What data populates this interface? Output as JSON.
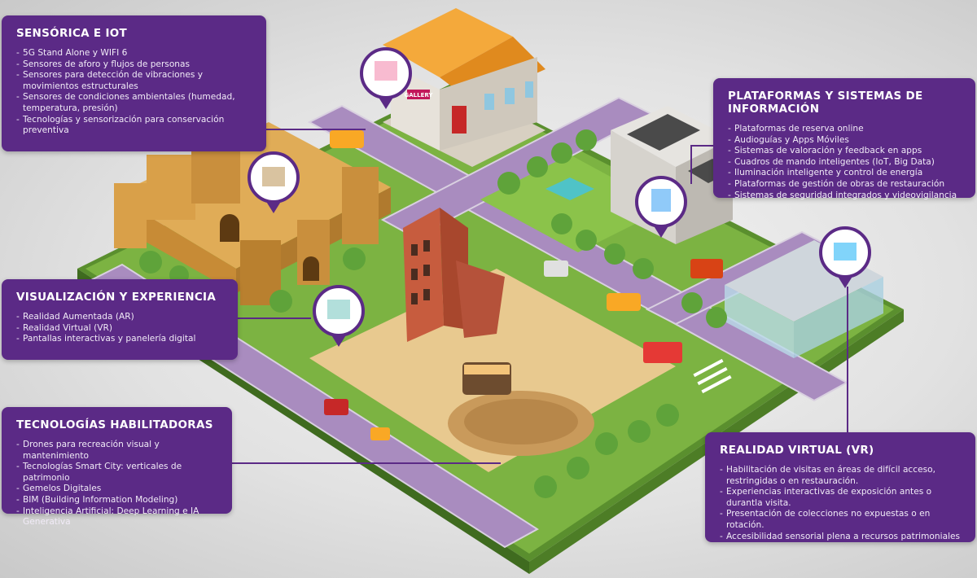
{
  "colors": {
    "panel_bg": "#5b2a86",
    "panel_text": "#ffffff",
    "road": "#a98cbf",
    "grass": "#7cb342",
    "plaza": "#e8c98f",
    "castle": "#d9a049"
  },
  "panels": {
    "sensorica": {
      "title": "SENSÓRICA E IOT",
      "items": [
        "5G Stand Alone y WIFI 6",
        "Sensores de aforo y flujos de personas",
        "Sensores para detección de vibraciones y movimientos estructurales",
        "Sensores de condiciones ambientales (humedad, temperatura, presión)",
        "Tecnologías y sensorización para conservación preventiva"
      ]
    },
    "plataformas": {
      "title": "PLATAFORMAS Y SISTEMAS DE INFORMACIÓN",
      "items": [
        "Plataformas de reserva online",
        "Audioguías y Apps Móviles",
        "Sistemas de valoración y feedback en apps",
        "Cuadros de mando inteligentes (IoT, Big Data)",
        "Iluminación inteligente y control de energía",
        "Plataformas de gestión de obras de restauración",
        "Sistemas de seguridad integrados y videovigilancia"
      ]
    },
    "visualizacion": {
      "title": "VISUALIZACIÓN Y EXPERIENCIA",
      "items": [
        "Realidad Aumentada (AR)",
        "Realidad Virtual (VR)",
        "Pantallas interactivas y panelería digital"
      ]
    },
    "tecnologias": {
      "title": "TECNOLOGÍAS HABILITADORAS",
      "items": [
        "Drones para recreación visual y mantenimiento",
        "Tecnologías Smart City: verticales de patrimonio",
        "Gemelos Digitales",
        "BIM (Building Information Modeling)",
        "Inteligencia Artificial: Deep Learning e IA Generativa"
      ]
    },
    "realidad": {
      "title": "REALIDAD VIRTUAL (VR)",
      "items": [
        "Habilitación de visitas en áreas de difícil acceso, restringidas o en restauración.",
        "Experiencias interactivas de exposición antes o durantla visita.",
        "Presentación de colecciones no expuestas o en rotación.",
        "Accesibilidad sensorial plena a recursos patrimoniales"
      ]
    }
  },
  "scene": {
    "gallery_sign": "GALLERY"
  }
}
